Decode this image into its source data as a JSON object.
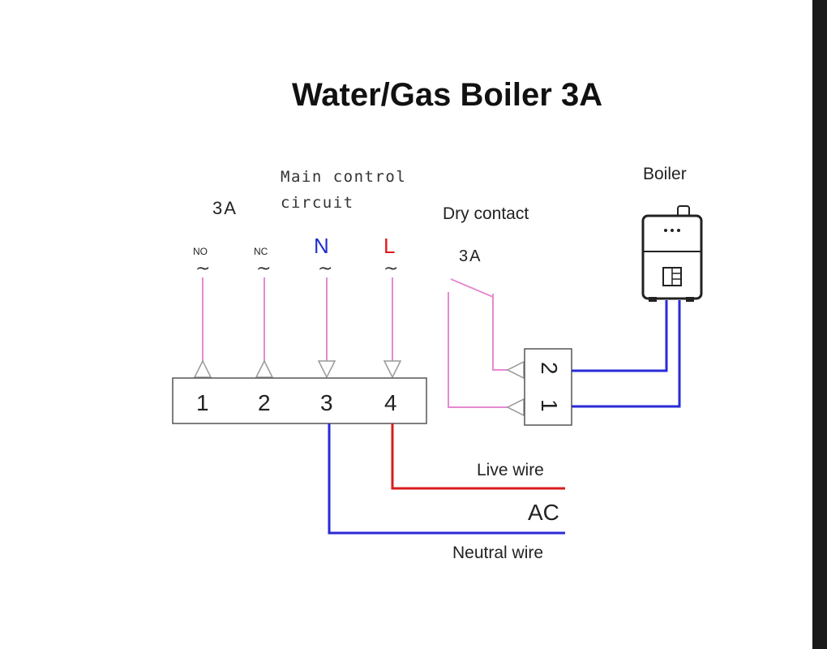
{
  "title": "Water/Gas Boiler 3A",
  "main_circuit": {
    "rating": "3A",
    "label_line1": "Main control",
    "label_line2": "circuit"
  },
  "terminals": [
    {
      "top_label": "NO",
      "number": "1",
      "color": "#222222"
    },
    {
      "top_label": "NC",
      "number": "2",
      "color": "#222222"
    },
    {
      "top_label": "N",
      "number": "3",
      "color": "#1f2fd0"
    },
    {
      "top_label": "L",
      "number": "4",
      "color": "#e01b1b"
    }
  ],
  "tilde": "~",
  "dry_contact": {
    "label": "Dry contact",
    "rating": "3A",
    "terminals": [
      "2",
      "1"
    ]
  },
  "boiler": {
    "label": "Boiler"
  },
  "ac": {
    "live_label": "Live wire",
    "ac_label": "AC",
    "neutral_label": "Neutral wire"
  },
  "colors": {
    "pink_wire": "#e58ad0",
    "blue_wire": "#2a2ad8",
    "red_wire": "#d81c1c",
    "outline": "#555555"
  }
}
